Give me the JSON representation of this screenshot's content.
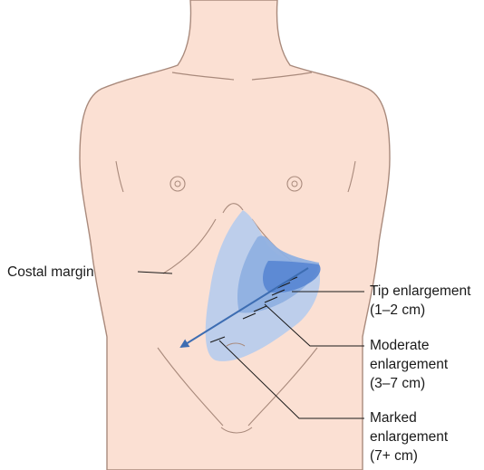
{
  "labels": {
    "costal_margin": "Costal margin",
    "tip": {
      "line1": "Tip enlargement",
      "line2": "(1–2 cm)"
    },
    "moderate": {
      "line1": "Moderate",
      "line2": "enlargement",
      "line3": "(3–7 cm)"
    },
    "marked": {
      "line1": "Marked",
      "line2": "enlargement",
      "line3": "(7+ cm)"
    }
  },
  "colors": {
    "skin": "#fbe0d3",
    "outline": "#a98a7c",
    "spleen_marked": "#b9ccec",
    "spleen_moderate": "#8fb0e2",
    "spleen_tip": "#5b88d3",
    "arrow": "#3d6db2",
    "leader": "#1a1a1a"
  },
  "icons": {
    "arrow": "direction-of-enlargement-arrow"
  }
}
